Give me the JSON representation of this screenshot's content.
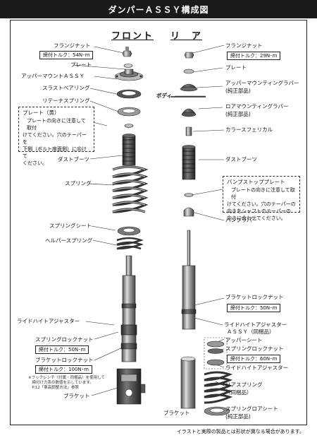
{
  "title": "ダンパーＡＳＳＹ構成図",
  "front": {
    "heading": "フロント",
    "labels": {
      "flange_nut": "フランジナット",
      "torque1": "締付トルク：54N･m",
      "plate": "プレート",
      "upper_mount": "アッパーマウントＡＳＳＹ",
      "thrust_bearing": "スラストベアリング",
      "retainer_spring": "リテーナスプリング",
      "dust_boot": "ダストブーツ",
      "spring": "スプリング",
      "spring_seat": "スプリングシート",
      "helper_spring": "ヘルパースプリング",
      "ride_height_adjuster": "ライドハイトアジャスター",
      "spring_lock_nut": "スプリングロックナット",
      "torque_spring_lock": "締付トルク：50N･m",
      "bracket_lock_nut": "ブラケットロックナット",
      "torque_bracket_lock": "締付トルク：100N･m",
      "bracket": "ブラケット"
    },
    "torque_footnote": [
      "※フックレンチ（付属・同梱品）を使用して",
      "　締付け力系の数値を示しています。",
      "　P.12「車高調整方法」参照"
    ],
    "plate_note": {
      "title": "プレート（黄）",
      "lines": [
        "プレートの向きに注意して取付",
        "けてください。穴のテーパーを",
        "下側（ボルト座面側）に向けて",
        "ください。"
      ]
    }
  },
  "rear": {
    "heading": "リ　ア",
    "labels": {
      "flange_nut": "フランジナット",
      "torque1": "締付トルク：29N･m",
      "plate": "プレート",
      "upper_mounting_rubber": "アッパーマウンティングラバー",
      "genuine1": "(純正部品)",
      "body": "ボディ",
      "lower_mounting_rubber": "ロアマウンティングラバー",
      "genuine2": "(純正部品)",
      "collar_spherical": "カラースフェリカル",
      "dust_boot": "ダストブーツ",
      "bump_rubber": "バンプラバー",
      "bracket_lock_nut": "ブラケットロックナット",
      "torque_bracket_lock": "締付トルク：50N･m",
      "ride_height_adjuster_assy": "ライドハイトアジャスター",
      "assy_bundled": "ＡＳＳＹ（同梱品）",
      "upper_seat": "アッパーシート",
      "spring_lock_nut": "スプリングロックナット",
      "torque_spring_lock": "締付トルク：60N･m",
      "ride_height_adjuster": "ライドハイトアジャスター",
      "rear_spring": "リアスプリング",
      "bundled": "（同梱品）",
      "spring_lower_seat": "スプリングロアシート",
      "genuine3": "(純正部品)",
      "bracket": "ブラケット"
    },
    "bump_note": {
      "title": "バンプストッププレート",
      "lines": [
        "プレートの向きに注意して取付",
        "けてください。穴のテーパーの",
        "向きをシャフトのテーパーの",
        "向きに合わせてください。"
      ]
    }
  },
  "footer": "イラストと実際の製品とは形状が異なる場合があります。",
  "colors": {
    "title_bg": "#1a1a1a",
    "part_gray": "#8a8a8a",
    "part_dark": "#3a3a3a"
  }
}
